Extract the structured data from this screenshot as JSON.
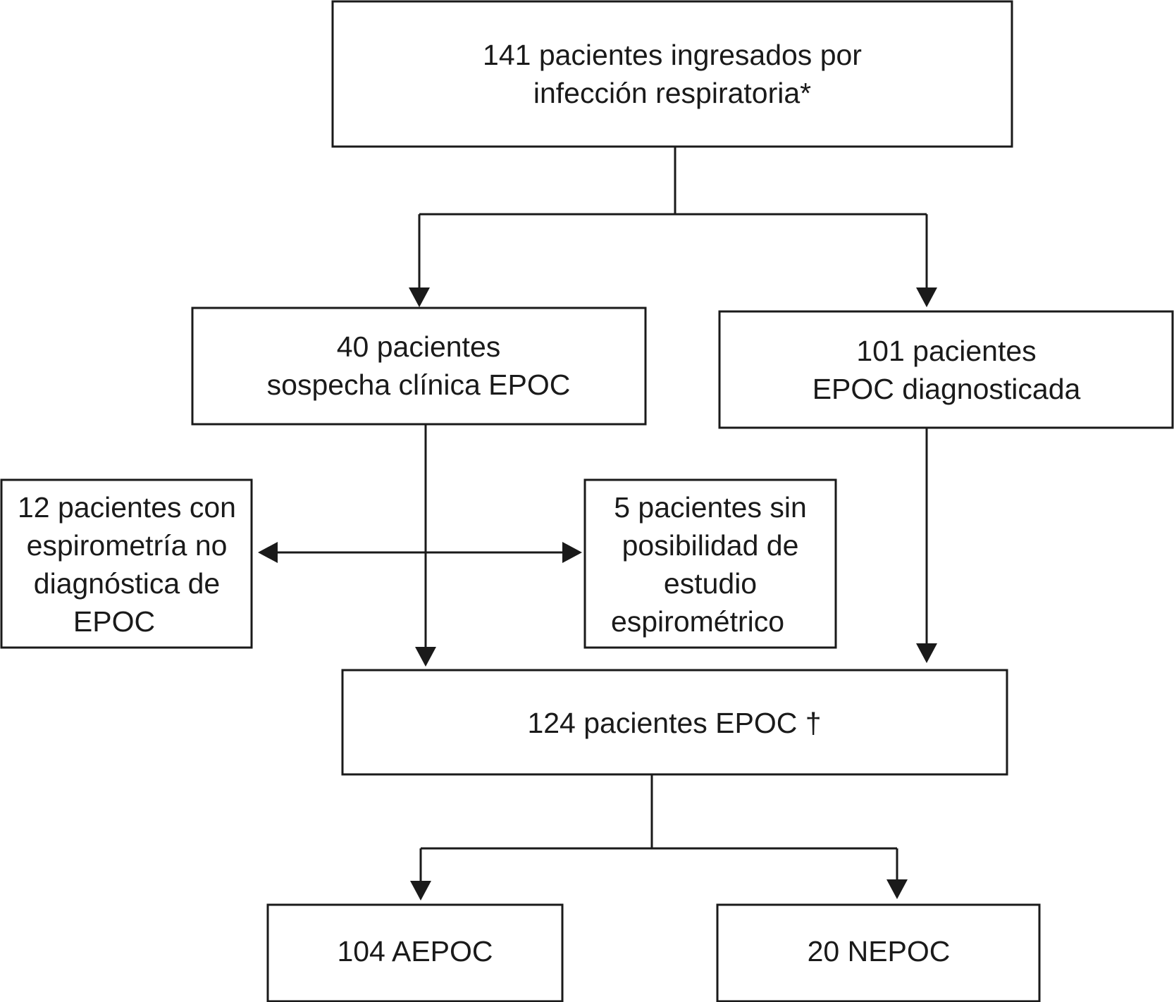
{
  "boxes": {
    "top": {
      "lines": [
        "141 pacientes ingresados por",
        "infección respiratoria*"
      ]
    },
    "suspected": {
      "lines": [
        "40 pacientes",
        "sospecha clínica EPOC"
      ]
    },
    "diagnosed": {
      "lines": [
        "101 pacientes",
        "EPOC diagnosticada"
      ]
    },
    "excluded_spirometry": {
      "lines": [
        "12 pacientes con",
        "espirometría no",
        "diagnóstica de",
        "EPOC"
      ]
    },
    "excluded_no_study": {
      "lines": [
        "5 pacientes sin",
        "posibilidad de",
        "estudio",
        "espirométrico"
      ]
    },
    "copd_total": {
      "lines": [
        "124 pacientes EPOC †"
      ]
    },
    "aepoc": {
      "lines": [
        "104 AEPOC"
      ]
    },
    "nepoc": {
      "lines": [
        "20 NEPOC"
      ]
    }
  }
}
